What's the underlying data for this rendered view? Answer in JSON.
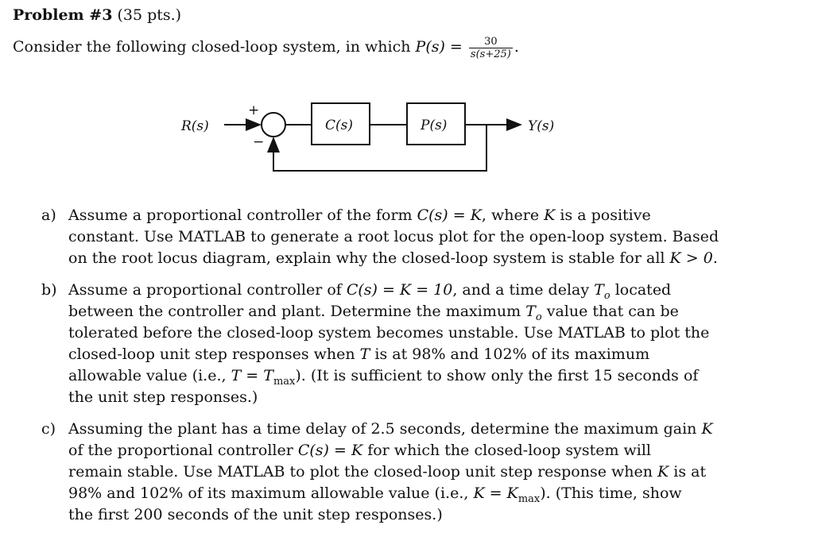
{
  "header": {
    "problem": "Problem #3",
    "points": "(35 pts.)"
  },
  "intro": {
    "text": "Consider the following closed-loop system, in which",
    "lhs": "P(s) =",
    "numerator": "30",
    "denominator": "s(s+25)",
    "end": "."
  },
  "diagram": {
    "input": "R(s)",
    "controller": "C(s)",
    "plant": "P(s)",
    "output": "Y(s)",
    "plus_sign": "+",
    "minus_sign": "−"
  },
  "items": {
    "a": {
      "label": "a)",
      "l1a": "Assume a proportional controller of the form ",
      "l1m": "C(s) = K",
      "l1b": ", where ",
      "l1k": "K",
      "l1c": " is a positive",
      "l2": "constant. Use MATLAB to generate a root locus plot for the open-loop system. Based",
      "l3a": "on the root locus diagram, explain why the closed-loop system is stable for all ",
      "l3m": "K > 0",
      "l3b": "."
    },
    "b": {
      "label": "b)",
      "l1a": "Assume a proportional controller of ",
      "l1m": "C(s) = K = 10",
      "l1b": ", and a time delay ",
      "l1t": "T",
      "l1sub": "o",
      "l1c": " located",
      "l2a": "between the controller and plant. Determine the maximum ",
      "l2t": "T",
      "l2sub": "o",
      "l2b": " value that can be",
      "l3": "tolerated before the closed-loop system becomes unstable. Use MATLAB to plot the",
      "l4a": "closed-loop unit step responses when ",
      "l4t": "T",
      "l4b": " is at 98% and 102% of its maximum",
      "l5a": "allowable value (i.e., ",
      "l5m": "T = T",
      "l5sub": "max",
      "l5b": "). (It is sufficient to show only the first 15 seconds of",
      "l6": "the unit step responses.)"
    },
    "c": {
      "label": "c)",
      "l1a": "Assuming the plant has a time delay of 2.5 seconds, determine the maximum gain ",
      "l1k": "K",
      "l2a": "of the proportional controller ",
      "l2m": "C(s) = K",
      "l2b": " for which the closed-loop system will",
      "l3": "remain stable. Use MATLAB to plot the closed-loop unit step response when ",
      "l3k": "K",
      "l3b": " is at",
      "l4a": "98% and 102% of its maximum allowable value (i.e., ",
      "l4m": "K = K",
      "l4sub": "max",
      "l4b": "). (This time, show",
      "l5": "the first 200 seconds of the unit step responses.)"
    }
  }
}
